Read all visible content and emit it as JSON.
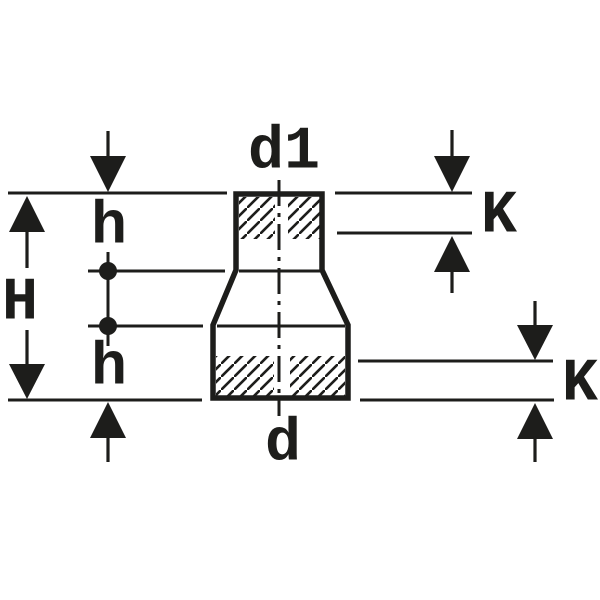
{
  "diagram": {
    "labels": {
      "d1": "d1",
      "d": "d",
      "H": "H",
      "h_upper": "h",
      "h_lower": "h",
      "K_upper": "K",
      "K_lower": "K"
    },
    "colors": {
      "ink": "#1d1d1b",
      "background": "#ffffff"
    }
  }
}
